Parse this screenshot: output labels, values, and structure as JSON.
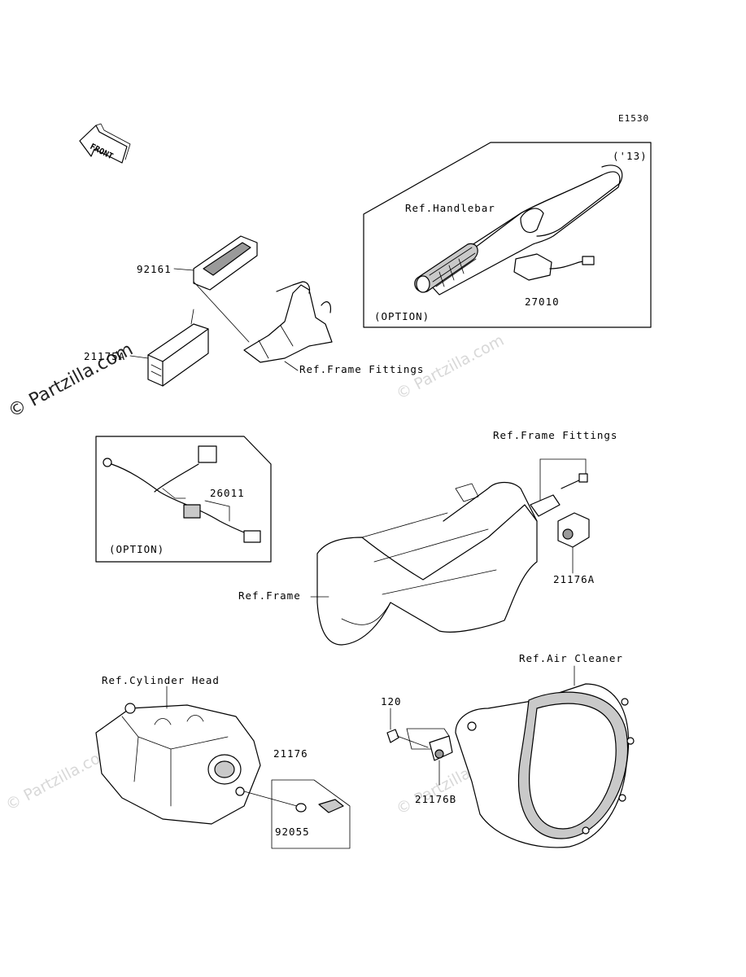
{
  "diagram_code": "E1530",
  "front_arrow": {
    "label": "FRONT"
  },
  "labels": {
    "year_13": "('13)",
    "ref_handlebar": "Ref.Handlebar",
    "part_27010": "27010",
    "option_1": "(OPTION)",
    "part_92161": "92161",
    "part_21175a": "21175A",
    "ref_frame_fittings_1": "Ref.Frame Fittings",
    "part_26011": "26011",
    "option_2": "(OPTION)",
    "ref_frame_fittings_2": "Ref.Frame Fittings",
    "part_21176a": "21176A",
    "ref_frame": "Ref.Frame",
    "ref_air_cleaner": "Ref.Air Cleaner",
    "ref_cylinder_head": "Ref.Cylinder Head",
    "part_120": "120",
    "part_21176": "21176",
    "part_21176b": "21176B",
    "part_92055": "92055"
  },
  "watermark": "© Partzilla.com"
}
